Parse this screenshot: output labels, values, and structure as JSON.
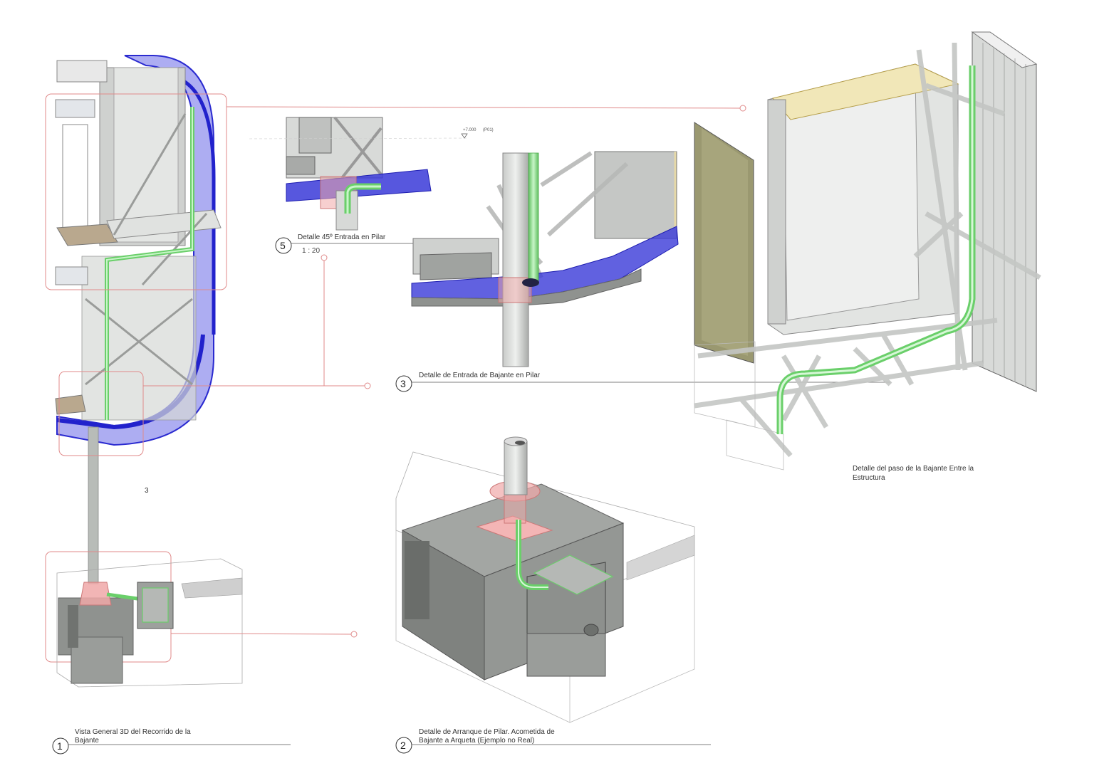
{
  "views": {
    "v1": {
      "number": "1",
      "title_line1": "Vista General 3D del Recorrido de la",
      "title_line2": "Bajante"
    },
    "v2": {
      "number": "2",
      "title_line1": "Detalle de Arranque de Pilar. Acometida de",
      "title_line2": "Bajante a Arqueta (Ejemplo no Real)"
    },
    "v3": {
      "number": "3",
      "title_line1": "Detalle de Entrada de Bajante en Pilar"
    },
    "v5": {
      "number": "5",
      "title_line1": "Detalle 45º Entrada en Pilar",
      "scale": "1 : 20"
    },
    "v4": {
      "title_line1": "Detalle del paso de la Bajante Entre la",
      "title_line2": "Estructura"
    }
  },
  "level_tag": {
    "elevation": "+7.000",
    "name": "(P01)"
  },
  "stray_mark": "3",
  "colors": {
    "pipe_green": "#9be39b",
    "slab_blue": "#3a3ad8",
    "flange_pink": "#f0a8a8",
    "callout_red": "#e08a8a",
    "concrete_gray": "#8c8f8c",
    "panel_olive": "#9a9870"
  }
}
